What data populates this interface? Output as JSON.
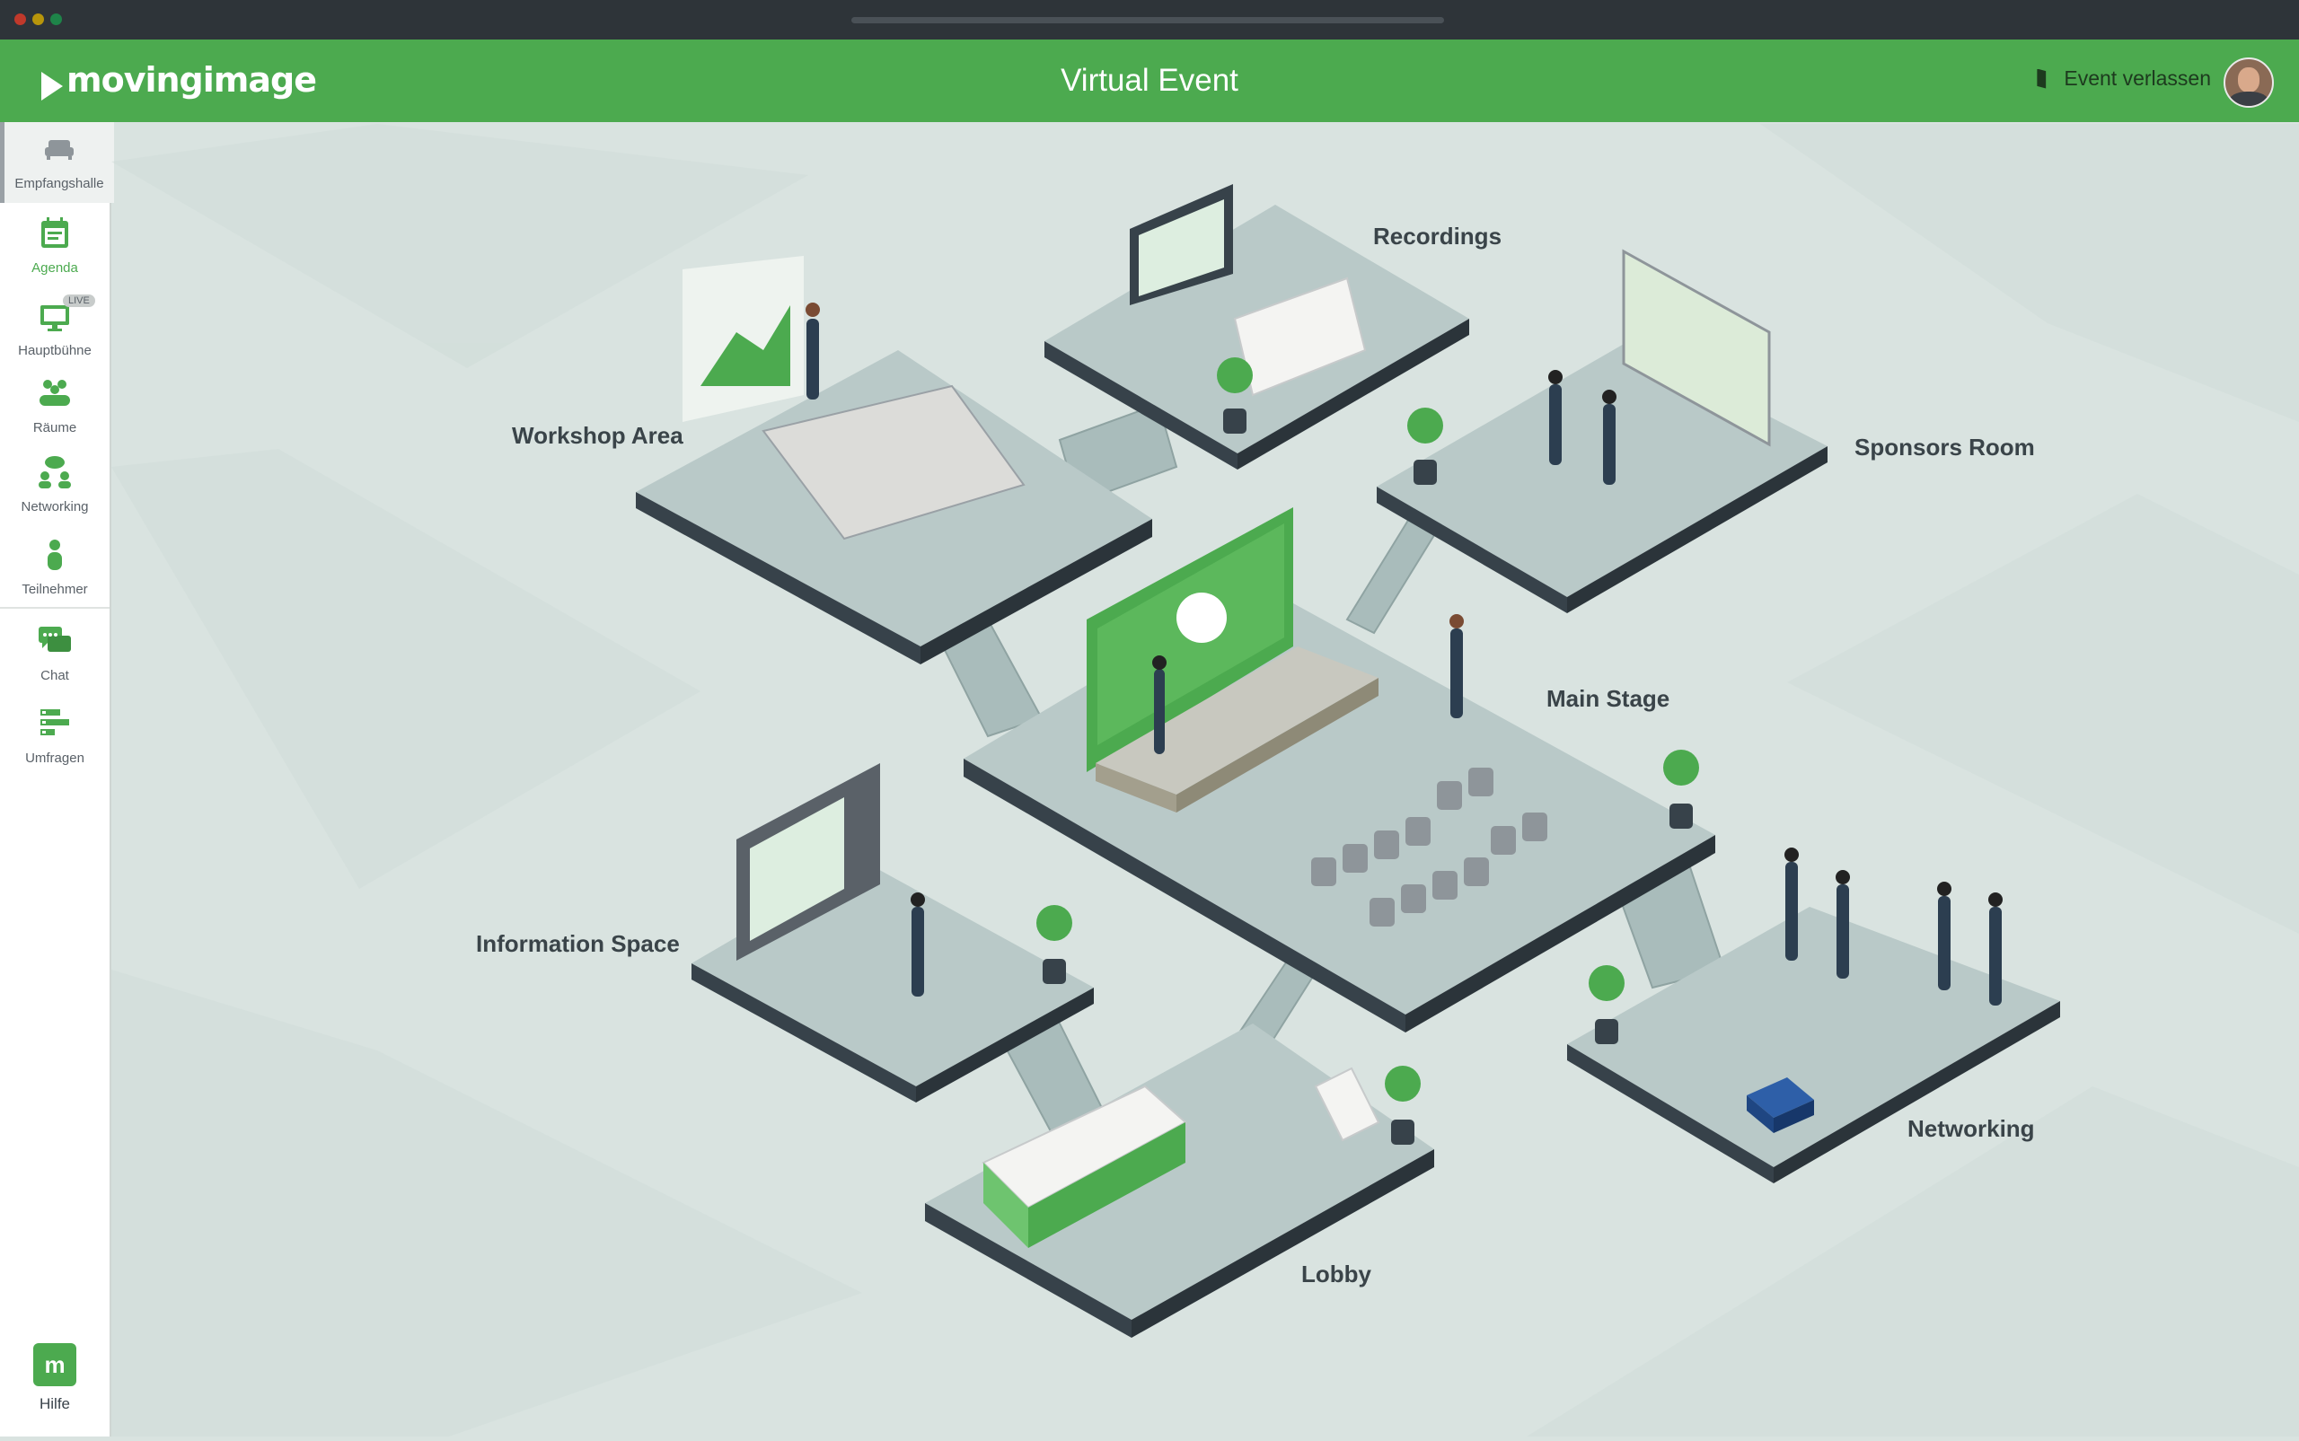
{
  "header": {
    "logo": "movingimage",
    "title": "Virtual Event",
    "leave_label": "Event verlassen"
  },
  "sidebar": {
    "items": [
      {
        "label": "Empfangshalle",
        "icon": "couch-icon"
      },
      {
        "label": "Agenda",
        "icon": "calendar-icon"
      },
      {
        "label": "Hauptbühne",
        "icon": "monitor-icon",
        "badge": "LIVE"
      },
      {
        "label": "Räume",
        "icon": "group-icon"
      },
      {
        "label": "Networking",
        "icon": "network-icon"
      },
      {
        "label": "Teilnehmer",
        "icon": "person-icon"
      },
      {
        "label": "Chat",
        "icon": "chat-icon"
      },
      {
        "label": "Umfragen",
        "icon": "poll-icon"
      }
    ],
    "help_label": "Hilfe"
  },
  "map": {
    "areas": {
      "workshop": "Workshop Area",
      "recordings": "Recordings",
      "sponsors": "Sponsors Room",
      "main_stage": "Main Stage",
      "information": "Information Space",
      "networking": "Networking",
      "lobby": "Lobby"
    }
  },
  "colors": {
    "brand_green": "#4caa4f",
    "platform_top": "#b9c9c8",
    "platform_side": "#37424a",
    "background": "#d9e3e0"
  }
}
